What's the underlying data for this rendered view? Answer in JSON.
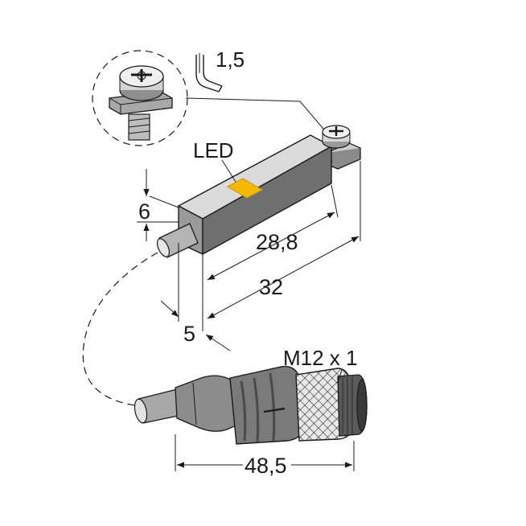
{
  "labels": {
    "led": "LED",
    "thread": "M12 x 1",
    "screw_driver_size": "1,5"
  },
  "dimensions": {
    "height": "6",
    "inner_length": "28,8",
    "total_length": "32",
    "offset": "5",
    "connector_length": "48,5"
  },
  "colors": {
    "led_indicator": "#f5b800",
    "body_top": "#dadada",
    "body_front": "#9a9a9a",
    "body_side": "#6f6f6f",
    "line": "#1a1a1a"
  }
}
